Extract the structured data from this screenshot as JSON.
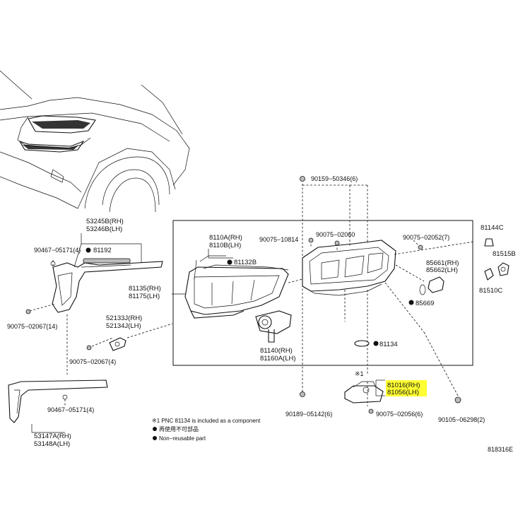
{
  "labels": {
    "p53245b": "53245B(RH)",
    "p53246b": "53246B(LH)",
    "p90467a": "90467−05171(4)",
    "p81192": "81192",
    "p90075a": "90075−02067(14)",
    "p52133": "52133J(RH)",
    "p52134": "52134J(LH)",
    "p90075b": "90075−02067(4)",
    "p90467b": "90467−05171(4)",
    "p53147": "53147A(RH)",
    "p53148": "53148A(LH)",
    "p8110a": "8110A(RH)",
    "p8110b": "8110B(LH)",
    "p81132": "81132B",
    "p81135": "81135(RH)",
    "p81175": "81175(LH)",
    "p81140": "81140(RH)",
    "p81160": "81160A(LH)",
    "p90159": "90159−50346(6)",
    "p90075c": "90075−10814",
    "p90075d": "90075−02060",
    "p90075e": "90075−02052(7)",
    "p85661": "85661(RH)",
    "p85662": "85662(LH)",
    "p85669": "85669",
    "p81134": "81134",
    "p81016": "81016(RH)",
    "p81056": "81056(LH)",
    "p90075f": "90075−02056(6)",
    "p90189": "90189−05142(6)",
    "p90105": "90105−06298(2)",
    "p81144": "81144C",
    "p81515": "81515B",
    "p81510": "81510C",
    "star1": "※1",
    "code": "818316E"
  },
  "notes": {
    "n1": "※1 PNC 81134 is included as a component",
    "n2": "再使用不可部品",
    "n3": "Non−reusable part"
  },
  "colors": {
    "highlight": "#ffff33",
    "ink": "#111111"
  }
}
